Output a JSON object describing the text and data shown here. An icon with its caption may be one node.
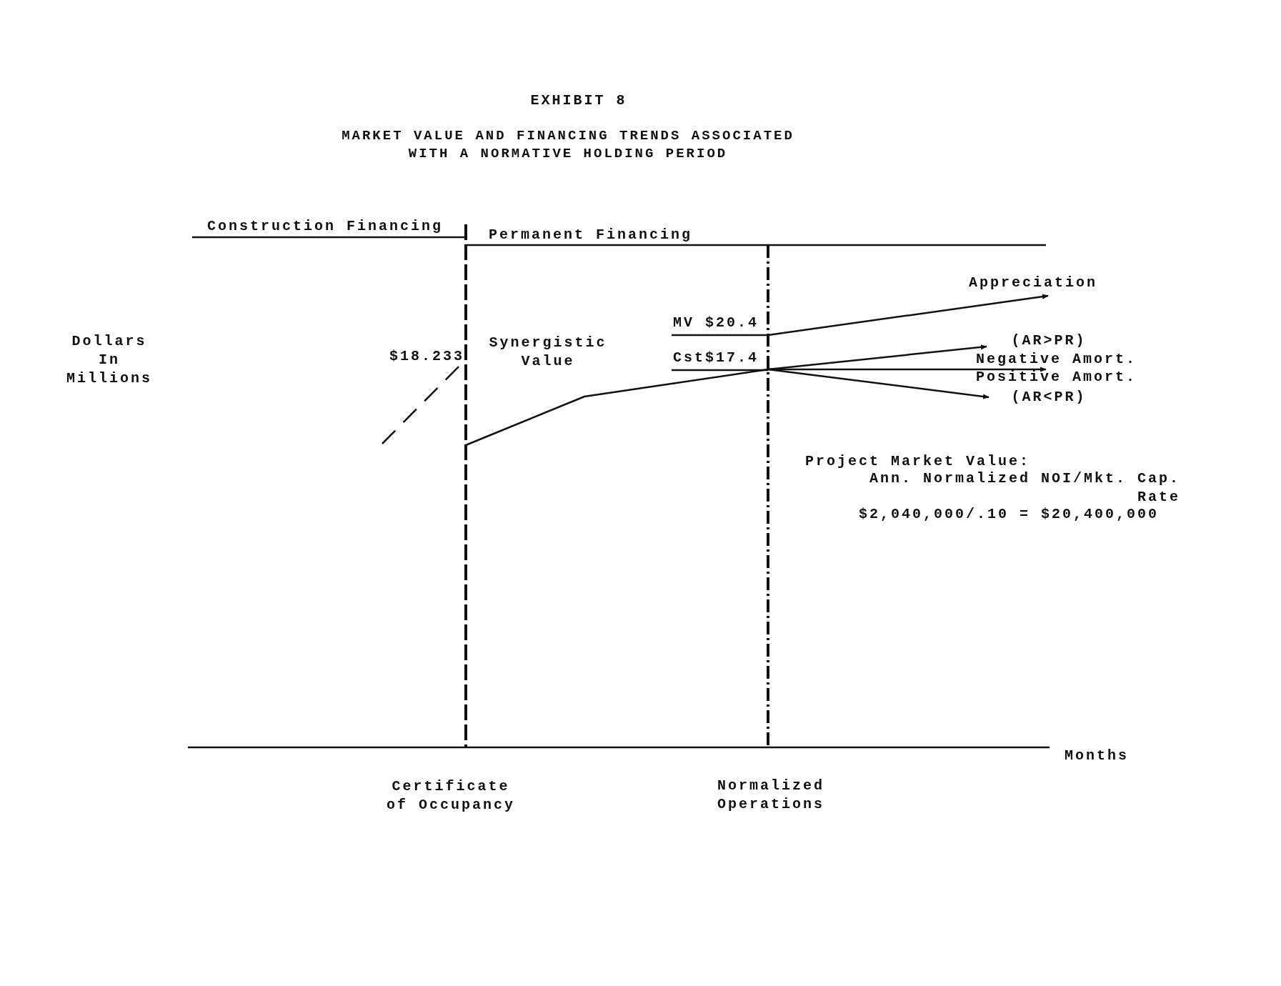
{
  "diagram": {
    "title": "MARKET VALUE AND FINANCING TRENDS ASSOCIATED WITH A NORMATIVE HOLDING PERIOD",
    "labels": [
      "EXHIBIT 8",
      "Construction Financing",
      "Permanent Financing",
      "Appreciation",
      "MV $20.4",
      "Dollars In Millions",
      "$18.233",
      "Synergistic Value",
      "(AR>PR)",
      "Cst$17.4",
      "Negative Amort.",
      "Positive Amort.",
      "(AR<PR)",
      "Project Market Value:",
      "Ann. Normalized NOI/Mkt. Cap. Rate",
      "$2,040,000/.10 = $20,400,000",
      "Months",
      "Certificate of Occupancy",
      "Normalized Operations"
    ]
  }
}
